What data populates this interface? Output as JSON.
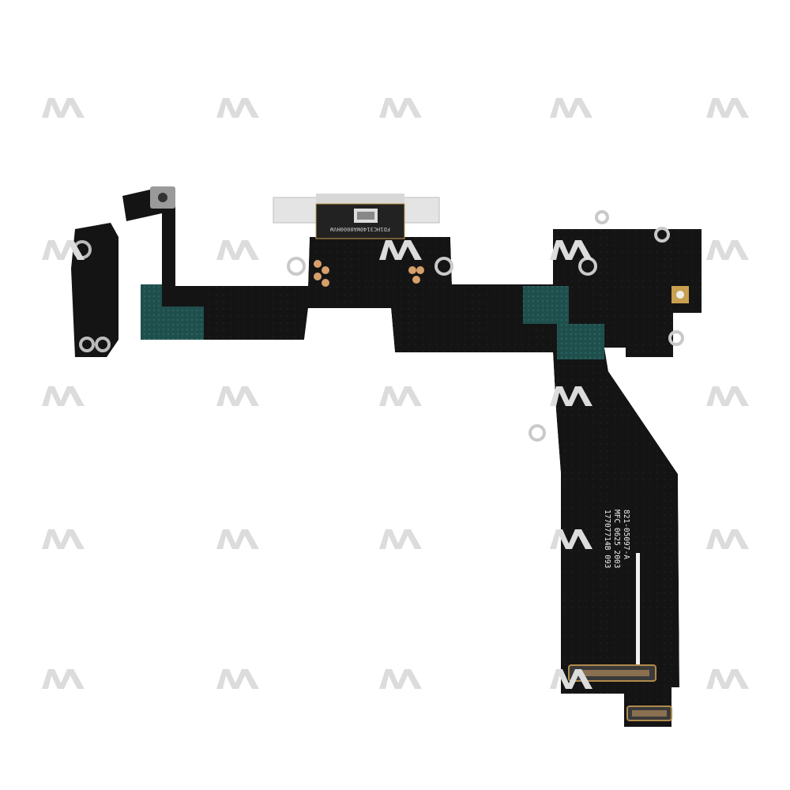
{
  "product": {
    "part_label_lines": [
      "821-05097-A",
      "MFC 0625 2003",
      "17707714B 093"
    ],
    "connector_code": "FD1HC3140WA0000HVW"
  },
  "colors": {
    "background": "#ffffff",
    "flex": "#141414",
    "stiffener": "#1f4f4c",
    "metal": "#cfcfcf",
    "adhesive_blue": "#a8dcef",
    "adhesive_pink": "#f29a98",
    "gold": "#c8883a",
    "watermark": "#d9d9d9"
  }
}
